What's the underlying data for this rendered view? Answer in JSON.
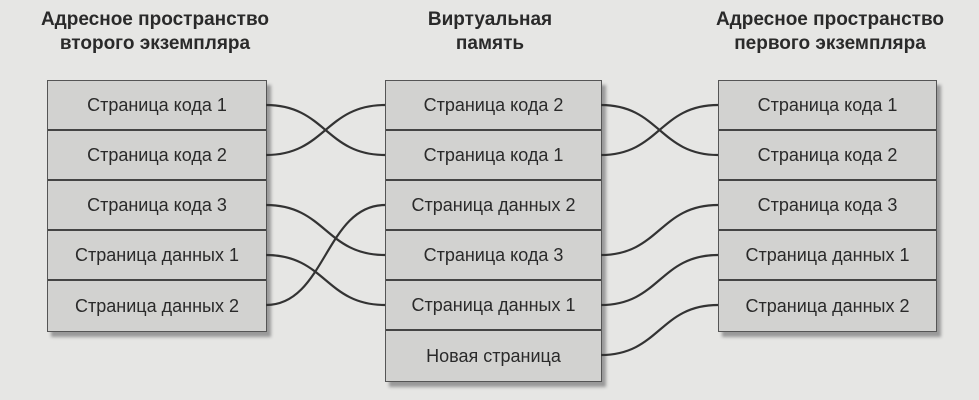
{
  "titles": {
    "left": "Адресное пространство второго экземпляра",
    "middle": "Виртуальная память",
    "right": "Адресное пространство первого экземпляра"
  },
  "left_pages": [
    "Страница кода 1",
    "Страница кода 2",
    "Страница кода 3",
    "Страница данных 1",
    "Страница данных 2"
  ],
  "virtual_pages": [
    "Страница кода 2",
    "Страница кода 1",
    "Страница данных 2",
    "Страница кода 3",
    "Страница данных 1",
    "Новая страница"
  ],
  "right_pages": [
    "Страница кода 1",
    "Страница кода 2",
    "Страница кода 3",
    "Страница данных 1",
    "Страница данных 2"
  ],
  "links_left_to_virtual": [
    [
      0,
      1
    ],
    [
      1,
      0
    ],
    [
      2,
      3
    ],
    [
      3,
      4
    ],
    [
      4,
      2
    ]
  ],
  "links_virtual_to_right": [
    [
      0,
      1
    ],
    [
      1,
      0
    ],
    [
      3,
      2
    ],
    [
      4,
      3
    ],
    [
      5,
      4
    ]
  ]
}
